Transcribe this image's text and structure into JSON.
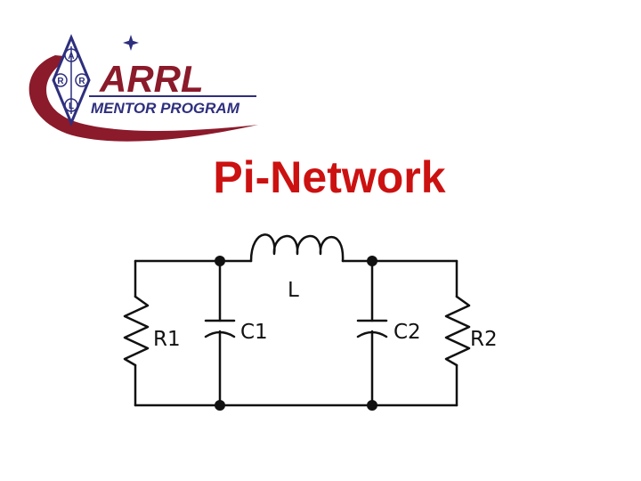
{
  "logo": {
    "brand": "ARRL",
    "tagline": "MENTOR PROGRAM",
    "emblem_letters": [
      "A",
      "R",
      "R",
      "L"
    ],
    "icon": "arrl-diamond-logo-icon",
    "colors": {
      "primary": "#2e2f7e",
      "accent": "#8b1a2b"
    }
  },
  "slide": {
    "title": "Pi-Network"
  },
  "circuit": {
    "components": {
      "r1": "R1",
      "c1": "C1",
      "inductor": "L",
      "c2": "C2",
      "r2": "R2"
    },
    "colors": {
      "wire": "#111111",
      "title": "#cc1111"
    }
  }
}
